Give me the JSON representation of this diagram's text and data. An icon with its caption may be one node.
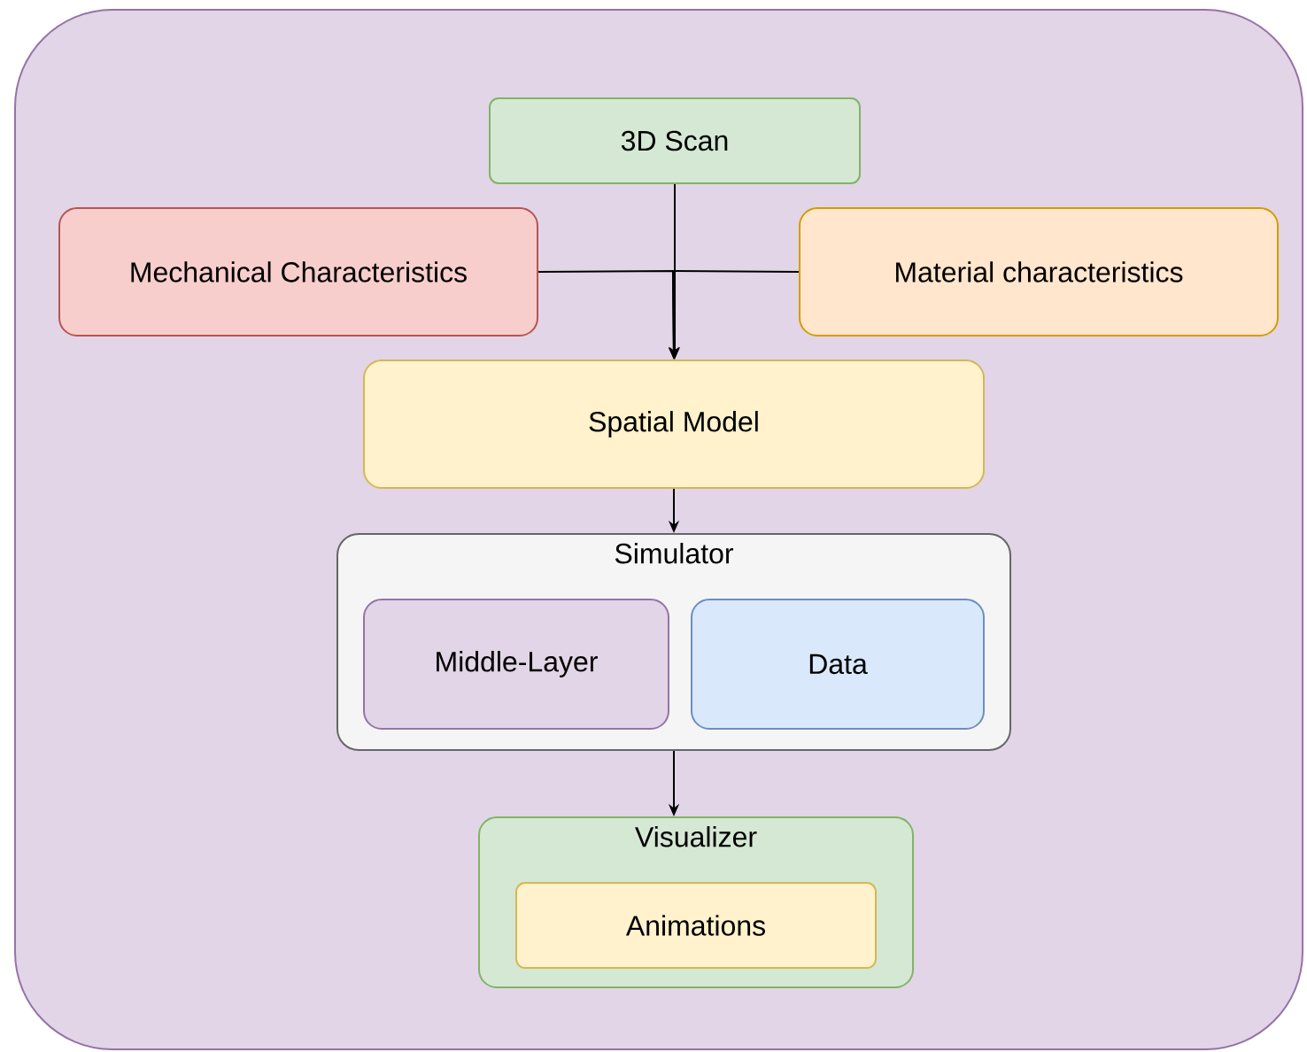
{
  "diagram": {
    "nodes": [
      {
        "text": [],
        "shape": "box"
      },
      {
        "text": [
          "3D Scan"
        ],
        "in": 0
      },
      {
        "text": [
          "Mechanical Characteristics"
        ],
        "in": 0
      },
      {
        "text": [
          "Material characteristics"
        ],
        "in": 0
      },
      {
        "text": [
          "Spatial Model"
        ],
        "in": 0
      },
      {
        "text": [
          "Simulator"
        ],
        "in": 0
      },
      {
        "text": [
          "Middle-Layer"
        ],
        "in": 5
      },
      {
        "text": [
          "Data"
        ],
        "in": 5
      },
      {
        "text": [
          "Visualizer"
        ],
        "in": 0
      },
      {
        "text": [
          "Animations"
        ],
        "in": 8
      }
    ],
    "edges": [
      {
        "from": 1,
        "to": 4,
        "arrow": "to"
      },
      {
        "from": 2,
        "to": 4,
        "arrow": "to"
      },
      {
        "from": 3,
        "to": 4,
        "arrow": "to"
      },
      {
        "from": 4,
        "to": 5,
        "arrow": "to"
      },
      {
        "from": 5,
        "to": 8,
        "arrow": "to"
      }
    ]
  }
}
